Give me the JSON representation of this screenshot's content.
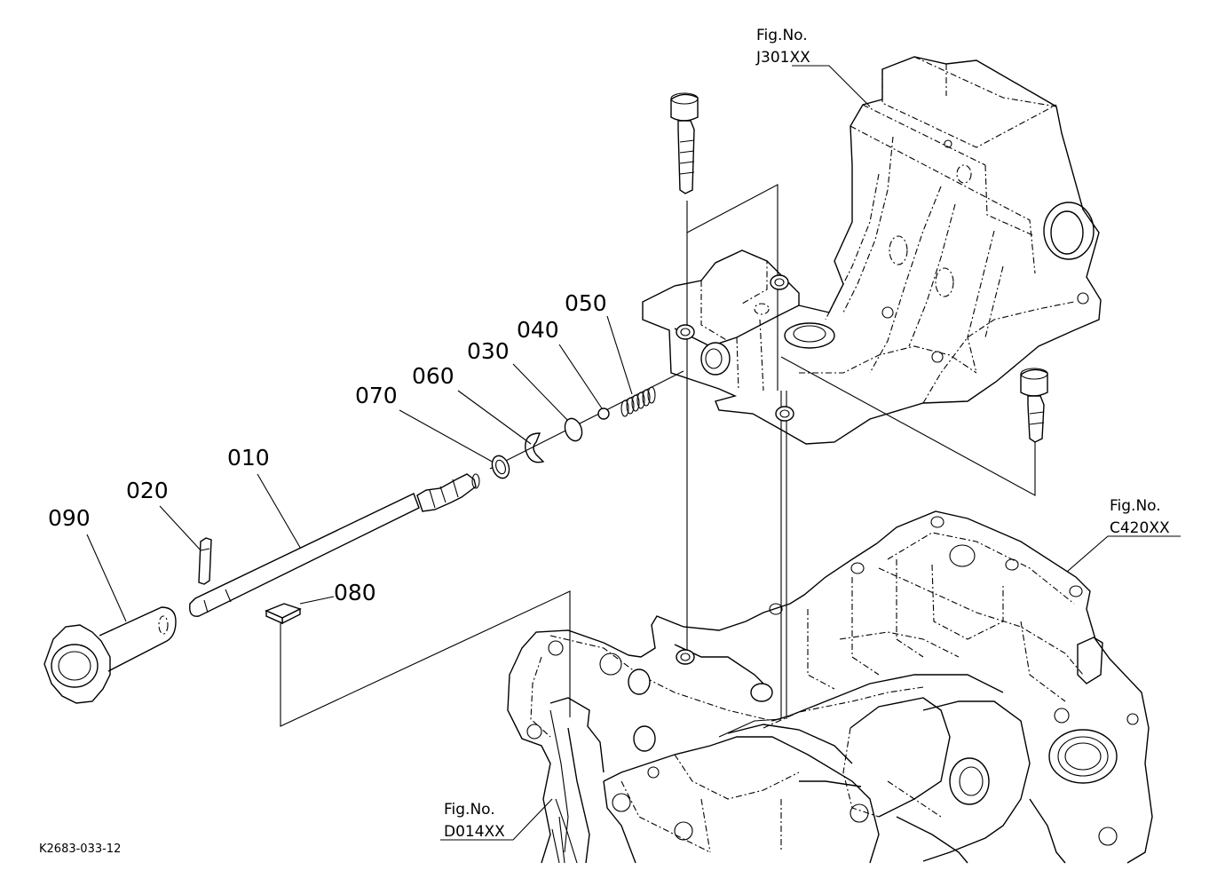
{
  "parts": [
    {
      "id": "p010",
      "label": "010"
    },
    {
      "id": "p020",
      "label": "020"
    },
    {
      "id": "p030",
      "label": "030"
    },
    {
      "id": "p040",
      "label": "040"
    },
    {
      "id": "p050",
      "label": "050"
    },
    {
      "id": "p060",
      "label": "060"
    },
    {
      "id": "p070",
      "label": "070"
    },
    {
      "id": "p080",
      "label": "080"
    },
    {
      "id": "p090",
      "label": "090"
    }
  ],
  "figure_refs": [
    {
      "id": "fig1",
      "line1": "Fig.No.",
      "line2": "J301XX"
    },
    {
      "id": "fig2",
      "line1": "Fig.No.",
      "line2": "C420XX"
    },
    {
      "id": "fig3",
      "line1": "Fig.No.",
      "line2": "D014XX"
    }
  ],
  "drawing_code": "K2683-033-12"
}
